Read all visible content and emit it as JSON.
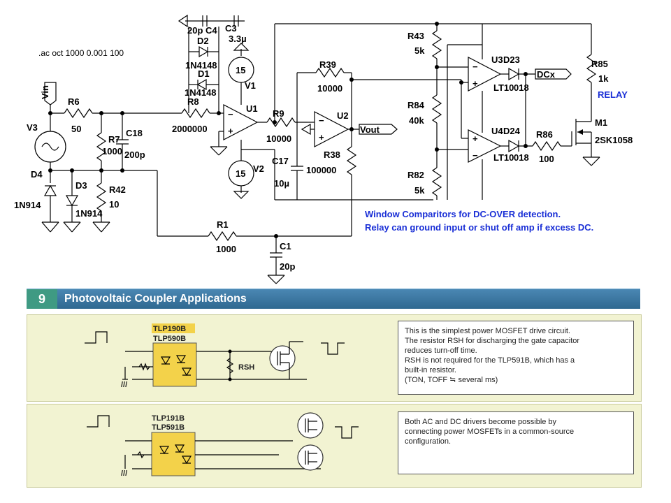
{
  "schematic": {
    "directive": ".ac oct 1000 0.001 100",
    "note_line1": "Window Comparitors for DC-OVER detection.",
    "note_line2": "Relay can ground input or shut off amp if excess DC.",
    "relay_label": "RELAY",
    "ports": {
      "vin": "Vin",
      "vout": "Vout",
      "dcx": "DCx"
    },
    "parts": {
      "c4_name": "C4",
      "c4_val": "20p",
      "c3_name": "C3",
      "c3_val": "3.3µ",
      "d2_name": "D2",
      "d2_val": "1N4148",
      "d1_name": "D1",
      "d1_val": "1N4148",
      "v1_name": "V1",
      "v1_val": "15",
      "v2_name": "V2",
      "v2_val": "15",
      "v3_name": "V3",
      "r6_name": "R6",
      "r6_val": "50",
      "r7_name": "R7",
      "r7_val": "1000",
      "c18_name": "C18",
      "c18_val": "200p",
      "r8_name": "R8",
      "r8_val": "2000000",
      "u1_name": "U1",
      "u2_name": "U2",
      "r9_name": "R9",
      "r9_val": "10000",
      "r39_name": "R39",
      "r39_val": "10000",
      "c17_name": "C17",
      "c17_val": "10µ",
      "r38_name": "R38",
      "r38_val": "100000",
      "d4_name": "D4",
      "d4_val": "1N914",
      "d3_name": "D3",
      "d3_val": "1N914",
      "r42_name": "R42",
      "r42_val": "10",
      "r1_name": "R1",
      "r1_val": "1000",
      "c1_name": "C1",
      "c1_val": "20p",
      "r43_name": "R43",
      "r43_val": "5k",
      "r84_name": "R84",
      "r84_val": "40k",
      "r82_name": "R82",
      "r82_val": "5k",
      "u3_name": "U3",
      "u3_type": "LT10",
      "u4_name": "U4",
      "u4_type": "LT10",
      "d23_name": "D23",
      "d23_val": "018",
      "d24_name": "D24",
      "d24_val": "018",
      "r86_name": "R86",
      "r86_val": "100",
      "r85_name": "R85",
      "r85_val": "1k",
      "m1_name": "M1",
      "m1_val": "2SK1058"
    }
  },
  "section": {
    "number": "9",
    "title": "Photovoltaic Coupler Applications"
  },
  "panels": [
    {
      "part_top": "TLP190B",
      "part_bottom": "TLP590B",
      "resistor": "RSH",
      "description": [
        "This is the simplest power MOSFET drive circuit.",
        "The resistor RSH for discharging the gate capacitor",
        "reduces turn-off time.",
        "RSH is not required for the TLP591B, which has a",
        "built-in resistor.",
        "(TON, TOFF ≒ several ms)"
      ]
    },
    {
      "part_top": "TLP191B",
      "part_bottom": "TLP591B",
      "description": [
        "Both AC and DC drivers become possible by",
        "connecting power MOSFETs in a common-source",
        "configuration."
      ]
    }
  ],
  "colors": {
    "annotation": "#1a2fd6",
    "section_bar": "#2f6890",
    "section_num": "#3f9a83",
    "panel_bg": "#f2f3d2",
    "coupler": "#f3d24a"
  }
}
